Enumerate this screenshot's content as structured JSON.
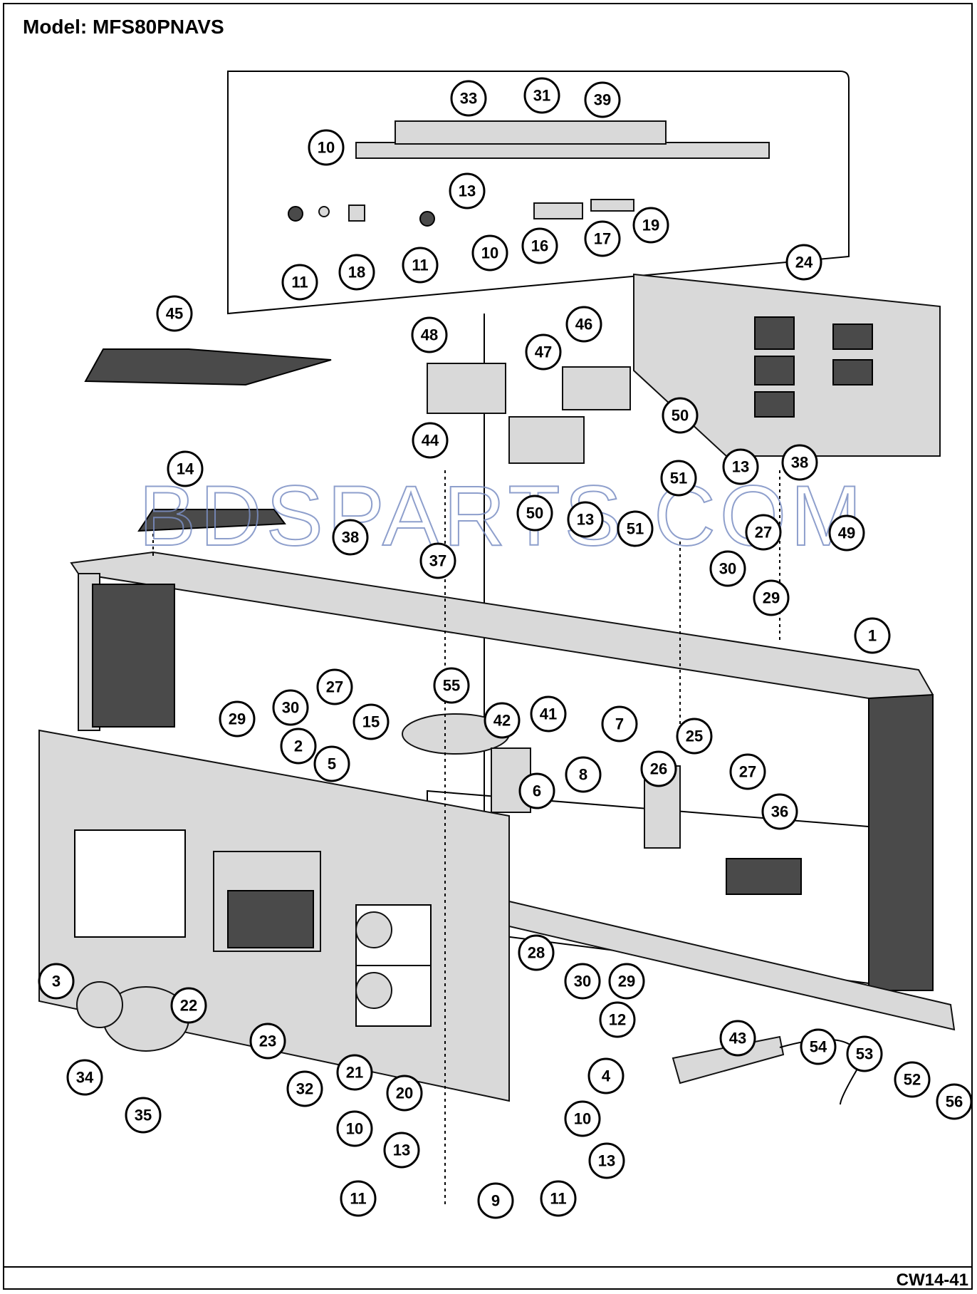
{
  "header": {
    "model": "Model:  MFS80PNAVS"
  },
  "footer": {
    "figure_id": "CW14-41"
  },
  "watermark": "BDSPARTS.COM",
  "callouts": [
    "33",
    "31",
    "39",
    "10",
    "13",
    "11",
    "18",
    "11",
    "10",
    "16",
    "17",
    "19",
    "24",
    "45",
    "48",
    "46",
    "47",
    "44",
    "50",
    "13",
    "51",
    "50",
    "13",
    "51",
    "38",
    "14",
    "38",
    "37",
    "27",
    "49",
    "30",
    "29",
    "1",
    "27",
    "29",
    "30",
    "55",
    "15",
    "42",
    "41",
    "2",
    "5",
    "7",
    "26",
    "25",
    "8",
    "6",
    "27",
    "36",
    "28",
    "30",
    "29",
    "3",
    "22",
    "12",
    "23",
    "34",
    "35",
    "32",
    "21",
    "20",
    "4",
    "43",
    "54",
    "53",
    "52",
    "56",
    "10",
    "10",
    "13",
    "13",
    "11",
    "11",
    "9"
  ]
}
